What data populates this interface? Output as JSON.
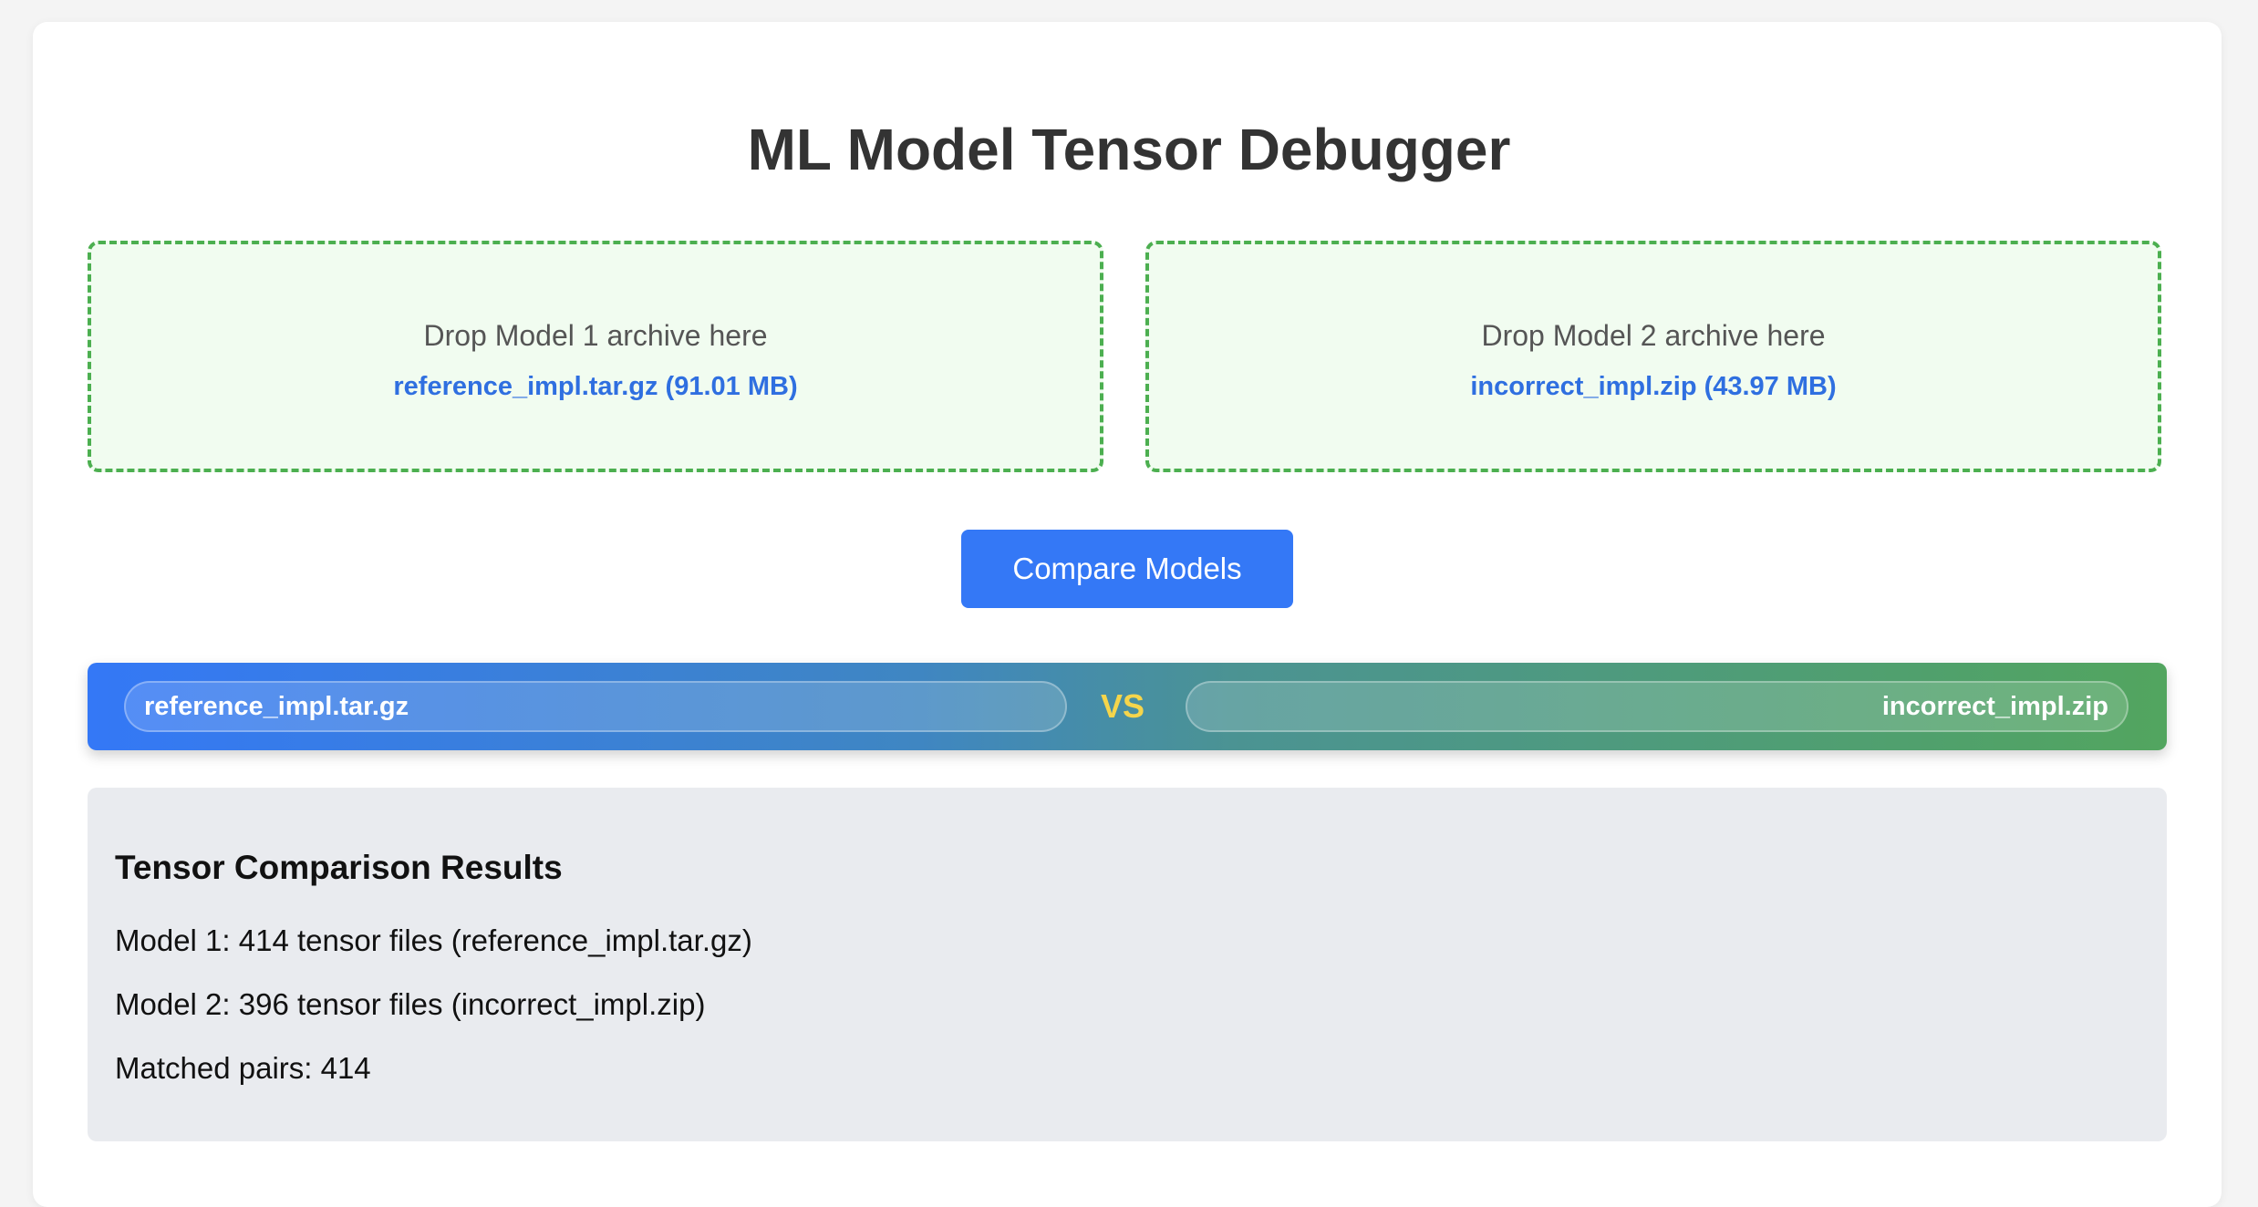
{
  "page": {
    "title": "ML Model Tensor Debugger"
  },
  "dropzones": [
    {
      "label": "Drop Model 1 archive here",
      "file": "reference_impl.tar.gz (91.01 MB)"
    },
    {
      "label": "Drop Model 2 archive here",
      "file": "incorrect_impl.zip (43.97 MB)"
    }
  ],
  "compare_button": {
    "label": "Compare Models"
  },
  "vs_bar": {
    "left_name": "reference_impl.tar.gz",
    "vs_label": "VS",
    "right_name": "incorrect_impl.zip"
  },
  "results": {
    "title": "Tensor Comparison Results",
    "lines": [
      "Model 1: 414 tensor files (reference_impl.tar.gz)",
      "Model 2: 396 tensor files (incorrect_impl.zip)",
      "Matched pairs: 414"
    ]
  },
  "colors": {
    "accent_blue": "#3478f6",
    "accent_green": "#4caf50",
    "vs_yellow": "#f5d54b"
  }
}
